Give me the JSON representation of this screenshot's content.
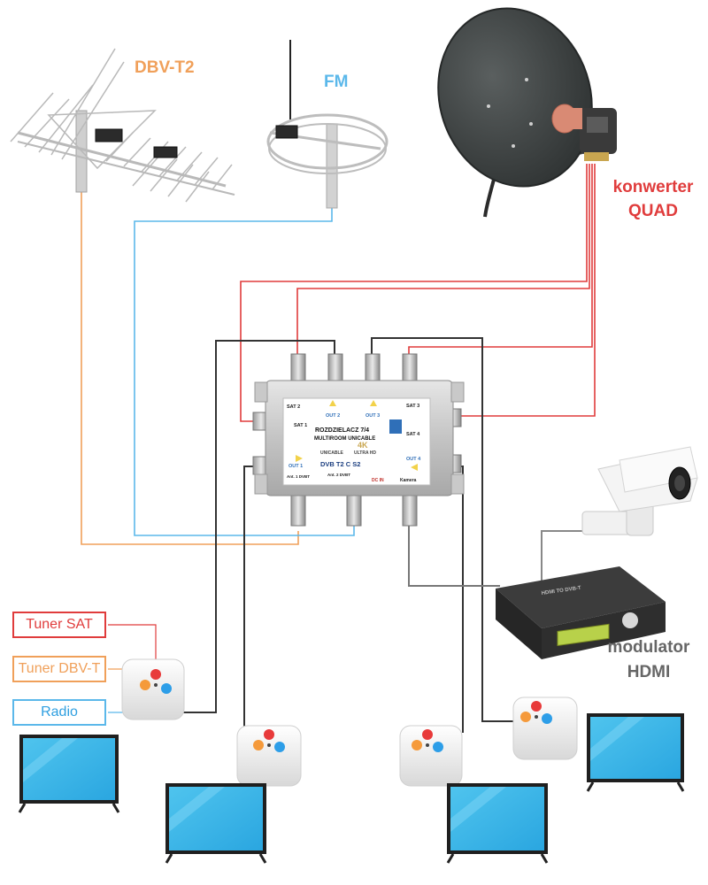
{
  "labels": {
    "dbvt2": "DBV-T2",
    "fm": "FM",
    "converter_line1": "konwerter",
    "converter_line2": "QUAD",
    "modulator_line1": "modulator",
    "modulator_line2": "HDMI",
    "tuner_sat": "Tuner SAT",
    "tuner_dbvt": "Tuner DBV-T",
    "radio": "Radio"
  },
  "splitter": {
    "title": "ROZDZIELACZ 7/4",
    "subtitle": "MULTIROOM UNICABLE",
    "sat1": "SAT 1",
    "sat2": "SAT 2",
    "sat3": "SAT 3",
    "sat4": "SAT 4",
    "out1": "OUT 1",
    "out2": "OUT 2",
    "out3": "OUT 3",
    "out4": "OUT 4",
    "ant1": "Ant. 1 DVBT",
    "ant2": "Ant. 2 DVBT",
    "dc_in": "DC IN",
    "kamera": "Kamera",
    "unicable": "UNICABLE",
    "ultra_hd": "ULTRA HD",
    "badge_4k": "4K",
    "dvb": "DVB T2 C S2"
  },
  "modulator_device": {
    "top_text": "HDMI TO DVB-T"
  },
  "colors": {
    "dvbt": "#f0a05a",
    "fm": "#5bb8ea",
    "sat": "#e03c3c",
    "out": "#333333",
    "camera": "#888888"
  }
}
